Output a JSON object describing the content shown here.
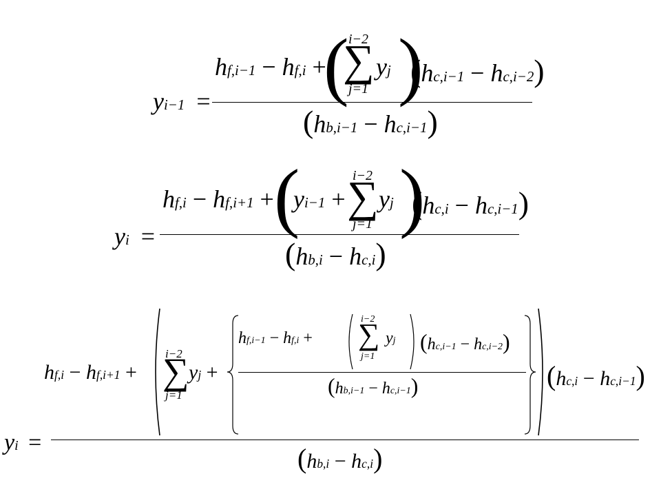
{
  "symbols": {
    "h": "h",
    "y": "y",
    "f": "f",
    "b": "b",
    "c": "c",
    "i": "i",
    "j": "j",
    "minus": "−",
    "plus": "+",
    "equals": "=",
    "sigma": "∑",
    "comma": ","
  },
  "subscripts": {
    "i": "i",
    "i_minus_1": "i−1",
    "i_minus_2": "i−2",
    "i_plus_1": "i+1",
    "j_eq_1": "j=1"
  },
  "colors": {
    "ink": "#000000",
    "background": "#ffffff"
  }
}
